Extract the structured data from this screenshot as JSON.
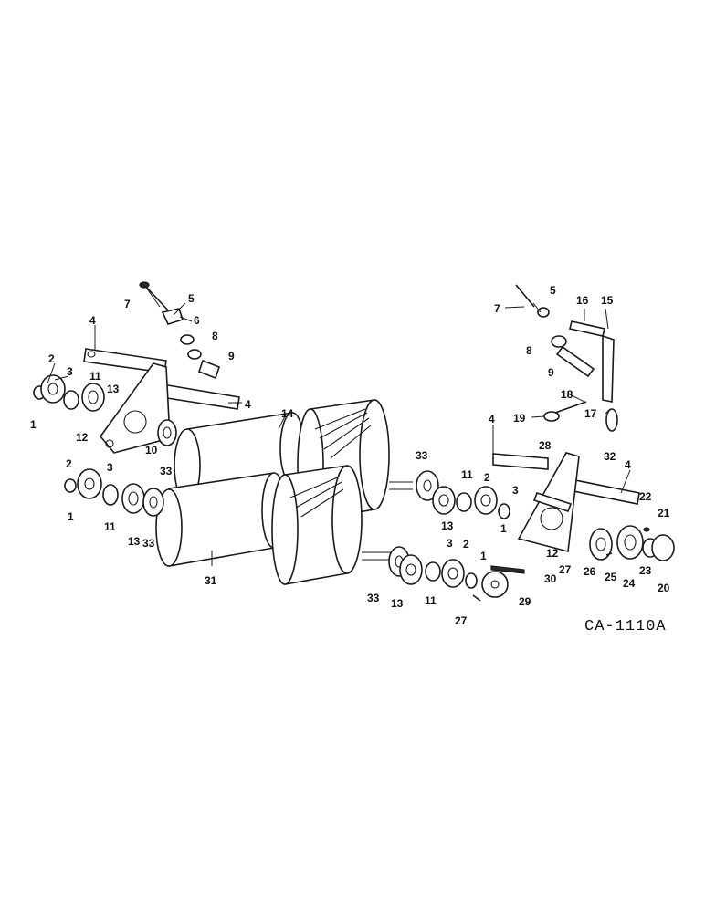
{
  "drawing": {
    "code": "CA-1110A",
    "callouts": [
      "1",
      "2",
      "3",
      "4",
      "5",
      "6",
      "7",
      "8",
      "9",
      "10",
      "11",
      "12",
      "13",
      "14",
      "15",
      "16",
      "17",
      "18",
      "19",
      "20",
      "21",
      "22",
      "23",
      "24",
      "25",
      "26",
      "27",
      "28",
      "29",
      "30",
      "31",
      "32",
      "33"
    ]
  }
}
